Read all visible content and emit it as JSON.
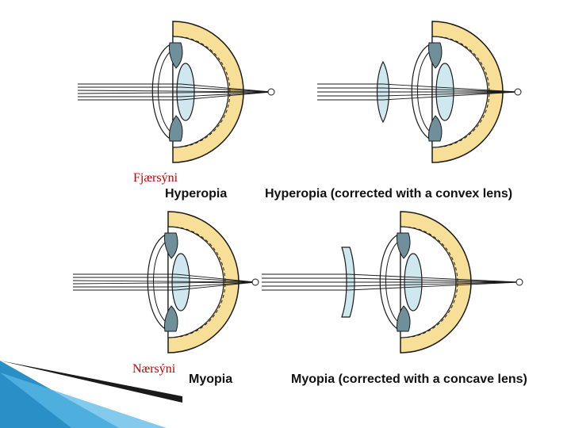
{
  "panels": [
    {
      "caption": "Hyperopia",
      "note": "Fjærsýni"
    },
    {
      "caption": "Hyperopia (corrected with a convex lens)"
    },
    {
      "caption": "Myopia",
      "note": "Nærsýni"
    },
    {
      "caption": "Myopia (corrected with a concave lens)"
    }
  ],
  "colors": {
    "sclera": "#f7df98",
    "lens": "#cfe8ef",
    "iris": "#6f8f9a",
    "outline": "#1a1a1a",
    "note": "#c00000",
    "slide_accent": "#3aa3d8"
  }
}
